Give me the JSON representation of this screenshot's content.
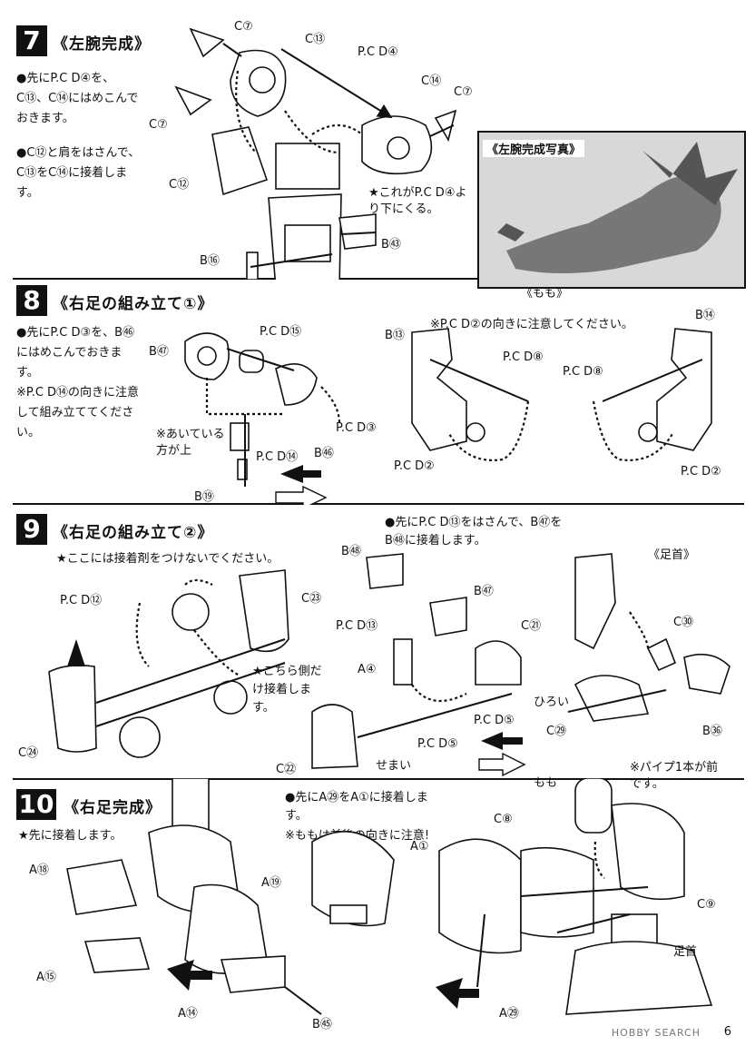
{
  "step7": {
    "number": "7",
    "title": "《左腕完成》",
    "notes": [
      "●先にP.C D④を、C⑬、C⑭にはめこんでおきます。",
      "●C⑫と肩をはさんで、C⑬をC⑭に接着します。"
    ],
    "labels": {
      "c7a": "C⑦",
      "c13": "C⑬",
      "pcd4": "P.C D④",
      "c14": "C⑭",
      "c7b": "C⑦",
      "c7c": "C⑦",
      "c12": "C⑫",
      "star": "★これがP.C D④より下にくる。",
      "b43": "B㊸",
      "b16": "B⑯"
    },
    "photo_caption": "《左腕完成写真》"
  },
  "step8": {
    "number": "8",
    "title": "《右足の組み立て①》",
    "notes": [
      "●先にP.C D③を、B㊻にはめこんでおきます。",
      "※P.C D⑭の向きに注意して組み立ててください。"
    ],
    "sub": "《もも》",
    "caution": "※P.C D②の向きに注意してください。",
    "labels": {
      "b47": "B㊼",
      "pcd15": "P.C D⑮",
      "pcd3": "P.C D③",
      "b46": "B㊻",
      "aiteiru": "※あいている方が上",
      "pcd14": "P.C D⑭",
      "b19": "B⑲",
      "b13": "B⑬",
      "pcd8a": "P.C D⑧",
      "pcd2a": "P.C D②",
      "b14": "B⑭",
      "pcd8b": "P.C D⑧",
      "pcd2b": "P.C D②"
    }
  },
  "step9": {
    "number": "9",
    "title": "《右足の組み立て②》",
    "star": "★ここには接着剤をつけないでください。",
    "note": "●先にP.C D⑬をはさんで、B㊼をB㊽に接着します。",
    "sub": "《足首》",
    "labels": {
      "pcd12": "P.C D⑫",
      "c23": "C㉓",
      "c24": "C㉔",
      "kochira": "★こちら側だけ接着します。",
      "c22": "C㉒",
      "b56": "B㊽",
      "b57": "B㊼",
      "pcd13": "P.C D⑬",
      "a4": "A④",
      "c21": "C㉑",
      "hiroi": "ひろい",
      "pcd5a": "P.C D⑤",
      "pcd5b": "P.C D⑤",
      "semai": "せまい",
      "c30": "C㉚",
      "c29": "C㉙",
      "b36": "B㊱"
    }
  },
  "step10": {
    "number": "10",
    "title": "《右足完成》",
    "star": "★先に接着します。",
    "notes": [
      "●先にA㉙をA①に接着します。",
      "※ももは前後の向きに注意!"
    ],
    "momo": "もも",
    "pipe": "※パイプ1本が前です。",
    "labels": {
      "a18": "A⑱",
      "a19": "A⑲",
      "a15": "A⑮",
      "a14": "A⑭",
      "b55": "B㊺",
      "c8": "C⑧",
      "a1": "A①",
      "c9": "C⑨",
      "a29": "A㉙",
      "ashikubi": "足首"
    }
  },
  "footer": {
    "watermark": "HOBBY SEARCH",
    "page": "6"
  }
}
